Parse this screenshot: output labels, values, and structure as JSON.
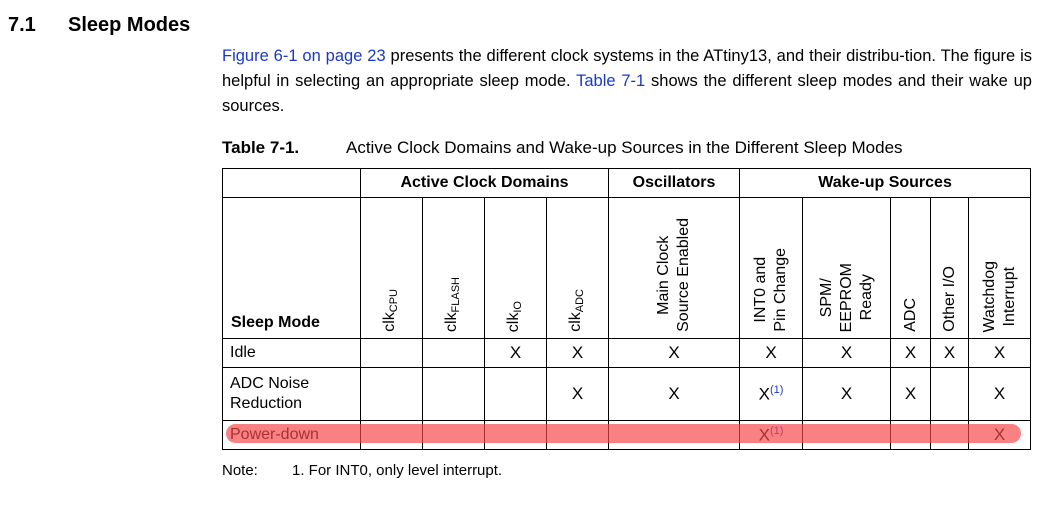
{
  "section": {
    "number": "7.1",
    "title": "Sleep Modes"
  },
  "paragraph": {
    "link1": "Figure 6-1 on page 23",
    "text1": " presents the different clock systems in the ATtiny13, and their distribu-tion. The figure is helpful in selecting an appropriate sleep mode. ",
    "link2": "Table 7-1",
    "text2": " shows the different sleep modes and their wake up sources."
  },
  "table": {
    "label": "Table 7-1.",
    "caption": "Active Clock Domains and Wake-up Sources in the Different Sleep Modes",
    "groups": {
      "clock": "Active Clock Domains",
      "osc": "Oscillators",
      "wake": "Wake-up Sources"
    },
    "headers": {
      "mode": "Sleep Mode",
      "clk": "clk",
      "cpu": "CPU",
      "flash": "FLASH",
      "io": "IO",
      "adc_sub": "ADC",
      "main_clock_1": "Main Clock",
      "main_clock_2": "Source Enabled",
      "int0_1": "INT0 and",
      "int0_2": "Pin Change",
      "spm_1": "SPM/",
      "spm_2": "EEPROM",
      "spm_3": "Ready",
      "adc": "ADC",
      "other_io": "Other I/O",
      "wdt_1": "Watchdog",
      "wdt_2": "Interrupt"
    },
    "mark": "X",
    "footnote_ref": "(1)",
    "rows": [
      {
        "mode": "Idle"
      },
      {
        "mode_1": "ADC Noise",
        "mode_2": "Reduction"
      },
      {
        "mode": "Power-down"
      }
    ]
  },
  "note": {
    "label": "Note:",
    "text": "1.  For INT0, only level interrupt."
  },
  "colors": {
    "link": "#1a39c8",
    "highlight": "#f84646"
  }
}
